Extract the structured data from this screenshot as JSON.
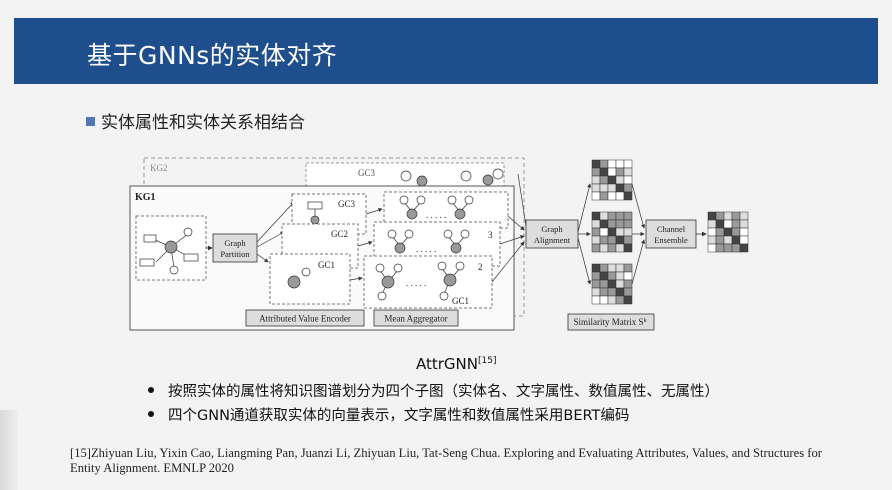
{
  "slide": {
    "title": "基于GNNs的实体对齐",
    "main_bullet": "实体属性和实体关系相结合",
    "caption_main": "AttrGNN",
    "caption_ref": "[15]",
    "bullets": [
      "按照实体的属性将知识图谱划分为四个子图（实体名、文字属性、数值属性、无属性）",
      "四个GNN通道获取实体的向量表示，文字属性和数值属性采用BERT编码"
    ],
    "reference": "[15]Zhiyuan Liu, Yixin Cao, Liangming Pan, Juanzi Li, Zhiyuan Liu, Tat-Seng Chua. Exploring and Evaluating Attributes, Values, and Structures for Entity Alignment.  EMNLP 2020"
  },
  "figure": {
    "kg2": "KG2",
    "kg1": "KG1",
    "graph_partition": [
      "Graph",
      "Partition"
    ],
    "gc3_top": "GC3",
    "gc3": "GC3",
    "gc2": "GC2",
    "gc1": "GC1",
    "gc1_right": "GC1",
    "num3": "3",
    "num2": "2",
    "attributed_value_encoder": "Attributed Value Encoder",
    "mean_aggregator": "Mean Aggregator",
    "graph_alignment": [
      "Graph",
      "Alignment"
    ],
    "channel_ensemble": [
      "Channel",
      "Ensemble"
    ],
    "similarity_matrix": "Similarity Matrix S",
    "similarity_sup": "k"
  }
}
